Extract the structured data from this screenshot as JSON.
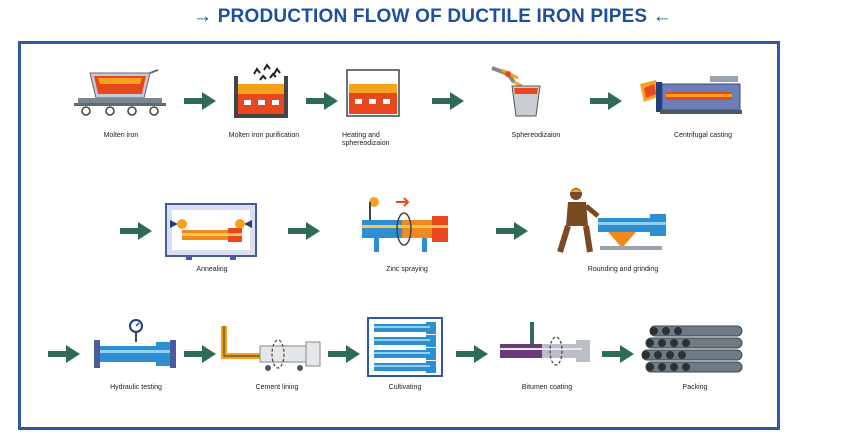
{
  "title": {
    "prefix": "→",
    "text": "PRODUCTION FLOW OF DUCTILE IRON PIPES",
    "suffix": "←"
  },
  "colors": {
    "title_blue": "#1d4fa0",
    "frame_blue": "#2f56a7",
    "arrow_green": "#2f6b57",
    "molten_red": "#e8481e",
    "molten_orange": "#f6a21d",
    "pipe_blue": "#2d8fd0",
    "pipe_gray": "#9aa3ab"
  },
  "row1": [
    {
      "label": "Molten iron",
      "icon": "ladle-cart-icon"
    },
    {
      "label": "Molten iron purification",
      "icon": "furnace-icon"
    },
    {
      "label": "Heating and\nsphereodizaion",
      "icon": "heating-furnace-icon"
    },
    {
      "label": "Sphereodizaion",
      "icon": "pouring-ladle-icon"
    },
    {
      "label": "Centrifugal casting",
      "icon": "centrifugal-machine-icon"
    }
  ],
  "row2": [
    {
      "label": "Annealing",
      "icon": "annealing-oven-icon"
    },
    {
      "label": "Zinc spraying",
      "icon": "zinc-spray-icon"
    },
    {
      "label": "Rounding and grinding",
      "icon": "grinding-worker-icon"
    }
  ],
  "row3": [
    {
      "label": "Hydraulic testing",
      "icon": "pressure-gauge-pipe-icon"
    },
    {
      "label": "Cement lining",
      "icon": "cement-lining-icon"
    },
    {
      "label": "Cultivating",
      "icon": "curing-rack-icon"
    },
    {
      "label": "Bitumen coating",
      "icon": "bitumen-coating-icon"
    },
    {
      "label": "Packing",
      "icon": "pipe-bundle-icon"
    }
  ]
}
